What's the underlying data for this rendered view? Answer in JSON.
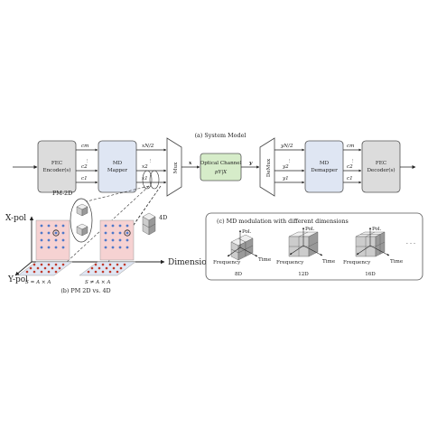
{
  "figure": {
    "top": {
      "caption": "(a) System Model",
      "fec_encoder": {
        "line1": "FEC",
        "line2": "Encoder(s)"
      },
      "md_mapper": {
        "line1": "MD",
        "line2": "Mapper"
      },
      "mux": "Mux",
      "channel": {
        "line1": "Optical Channel",
        "line2": "pY|X"
      },
      "demux": "DeMux",
      "md_demapper": {
        "line1": "MD",
        "line2": "Demapper"
      },
      "fec_decoder": {
        "line1": "FEC",
        "line2": "Decoder(s)"
      },
      "enc_outputs": [
        "cm",
        "c2",
        "c1"
      ],
      "mapper_outputs": [
        "xN/2",
        "x2",
        "x1"
      ],
      "mux_output": "x",
      "channel_output": "y",
      "demux_outputs": [
        "yN/2",
        "y2",
        "y1"
      ],
      "demapper_outputs": [
        "cm",
        "c2",
        "c1"
      ],
      "dots": "⋮"
    },
    "left": {
      "x_axis": "X-pol",
      "y_axis": "Y-pol",
      "dimension": "Dimension",
      "pm2d": "PM-2D",
      "fourd": "4D",
      "eq_left": "S = A × A",
      "eq_right": "S ≠ A × A",
      "caption": "(b) PM 2D vs. 4D"
    },
    "right": {
      "caption": "(c) MD modulation with different dimensions",
      "axis_pol": "Pol.",
      "axis_time": "Time",
      "axis_freq": "Frequency",
      "labels": [
        "8D",
        "12D",
        "16D"
      ],
      "ellipsis": "· · ·"
    },
    "colors": {
      "enc_box": "#dcdcdc",
      "mapper_box": "#dfe6f3",
      "channel_box": "#d6ecc9",
      "pink": "#f6d2d2",
      "blue_dot": "#4f79c9",
      "red_dot": "#c0392b"
    }
  }
}
